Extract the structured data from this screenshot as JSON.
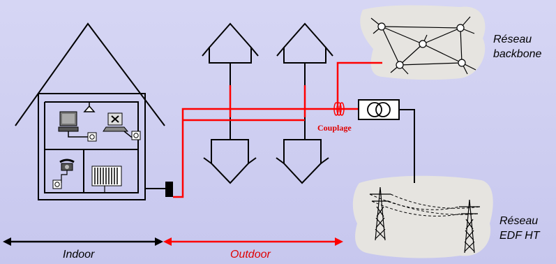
{
  "labels": {
    "backbone_line1": "Réseau",
    "backbone_line2": "backbone",
    "edf_line1": "Réseau",
    "edf_line2": "EDF HT",
    "couplage": "Couplage",
    "indoor": "Indoor",
    "outdoor": "Outdoor"
  },
  "colors": {
    "background": "#cbcbef",
    "power_line": "#ff0000",
    "black": "#000000",
    "cloud": "#e6e4e0"
  }
}
